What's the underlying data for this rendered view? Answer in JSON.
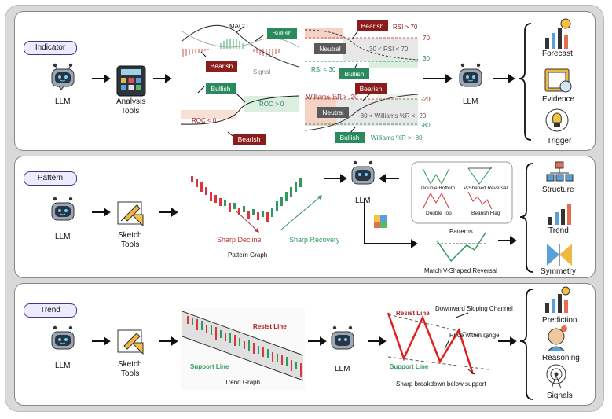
{
  "panels": {
    "indicator": {
      "tag": "Indicator",
      "llm_label": "LLM",
      "tools_label": [
        "Analysis",
        "Tools"
      ],
      "macd": {
        "title": "MACD",
        "bullish": "Bullish",
        "bearish": "Bearish",
        "signal": "Signal"
      },
      "roc": {
        "bullish": "Bullish",
        "bearish": "Bearish",
        "up": "ROC > 0",
        "down": "ROC < 0"
      },
      "rsi": {
        "bearish": "Bearish",
        "neutral": "Neutral",
        "bullish": "Bullish",
        "high": "RSI > 70",
        "mid": "30 < RSI < 70",
        "low": "RSI < 30",
        "tick_high": "70",
        "tick_low": "30"
      },
      "williams": {
        "bearish": "Bearish",
        "neutral": "Neutral",
        "bullish": "Bullish",
        "high": "Williams %R > -20",
        "mid": "-80 < Williams %R < -20",
        "low": "Williams %R > -80",
        "tick_high": "-20",
        "tick_low": "-80"
      },
      "llm_out": "LLM",
      "outputs": [
        "Forecast",
        "Evidence",
        "Trigger"
      ]
    },
    "pattern": {
      "tag": "Pattern",
      "llm_label": "LLM",
      "tools_label": [
        "Sketch",
        "Tools"
      ],
      "decline": "Sharp Decline",
      "recovery": "Sharp Recovery",
      "graph_caption": "Pattern Graph",
      "llm_out": "LLM",
      "patterns": [
        "Double Bottom",
        "V-Shaped Reversal",
        "Double Top",
        "Bearish Flag"
      ],
      "patterns_caption": "Patterns",
      "match_caption": "Match V-Shaped Reversal",
      "outputs": [
        "Structure",
        "Trend",
        "Symmetry"
      ]
    },
    "trend": {
      "tag": "Trend",
      "llm_label": "LLM",
      "tools_label": [
        "Sketch",
        "Tools"
      ],
      "resist": "Resist Line",
      "support": "Support Line",
      "graph_caption": "Trend Graph",
      "llm_out": "LLM",
      "channel": "Downward Sloping Channel",
      "within": "Price within range",
      "resist2": "Resist Line",
      "support2": "Support Line",
      "breakdown": "Sharp breakdown below support",
      "outputs": [
        "Prediction",
        "Reasoning",
        "Signals"
      ]
    }
  },
  "colors": {
    "bull": "#2a8a5e",
    "bear": "#8c1d1d",
    "tag_border": "#3a3a8c",
    "red": "#e02020",
    "green": "#2e9a5e"
  }
}
